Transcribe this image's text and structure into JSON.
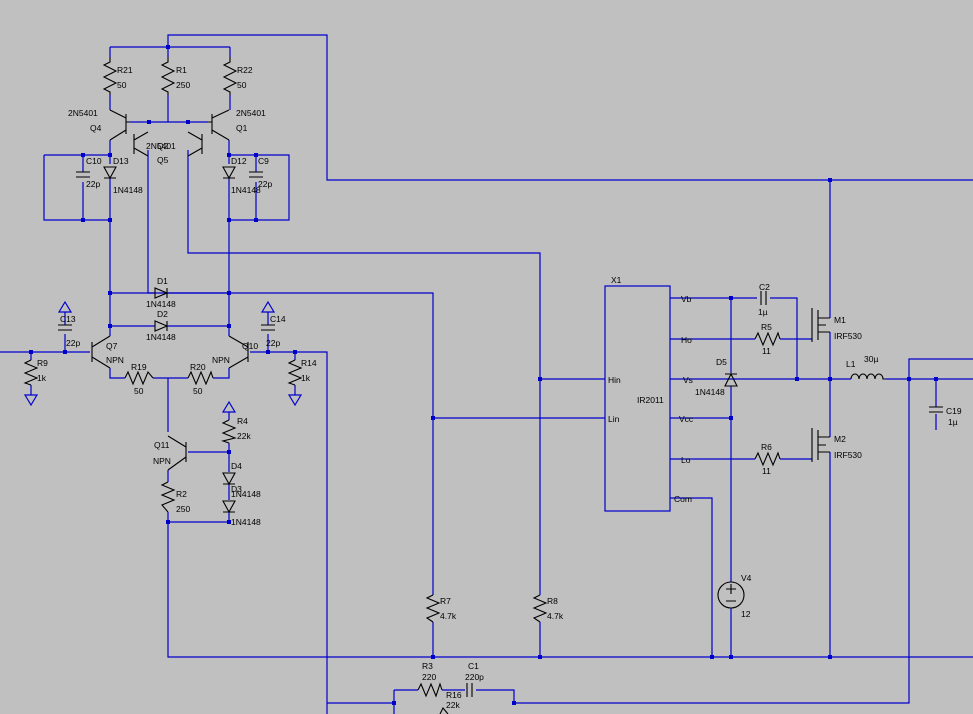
{
  "schematic": {
    "labels": {
      "R21": "R21",
      "R21v": "50",
      "R1": "R1",
      "R1v": "250",
      "R22": "R22",
      "R22v": "50",
      "Q4m": "2N5401",
      "Q4": "Q4",
      "Q1m": "2N5401",
      "Q1": "Q1",
      "Q2m": "2N5401",
      "Q2": "Q2",
      "Q5": "Q5",
      "C10": "C10",
      "C10v": "22p",
      "D13": "D13",
      "D13m": "1N4148",
      "D12": "D12",
      "D12m": "1N4148",
      "C9": "C9",
      "C9v": "22p",
      "D1": "D1",
      "D1m": "1N4148",
      "D2": "D2",
      "D2m": "1N4148",
      "C13": "C13",
      "C13v": "22p",
      "C14": "C14",
      "C14v": "22p",
      "Q7": "Q7",
      "Q7m": "NPN",
      "Q10": "Q10",
      "Q10m": "NPN",
      "R9": "R9",
      "R9v": "1k",
      "R14": "R14",
      "R14v": "1k",
      "R19": "R19",
      "R19v": "50",
      "R20": "R20",
      "R20v": "50",
      "R4": "R4",
      "R4v": "22k",
      "Q11": "Q11",
      "Q11m": "NPN",
      "D4": "D4",
      "D4m": "1N4148",
      "D3": "D3",
      "D3m": "1N4148",
      "R2": "R2",
      "R2v": "250",
      "R7": "R7",
      "R7v": "4.7k",
      "R8": "R8",
      "R8v": "4.7k",
      "R3": "R3",
      "R3v": "220",
      "R16": "R16",
      "R16v": "22k",
      "C1": "C1",
      "C1v": "220p",
      "X1": "X1",
      "pinVb": "Vb",
      "pinHo": "Ho",
      "pinVs": "Vs",
      "pinHin": "Hin",
      "pinLin": "Lin",
      "pinVcc": "Vcc",
      "pinLo": "Lo",
      "pinCom": "Com",
      "IC": "IR2011",
      "C2": "C2",
      "C2v": "1µ",
      "R5": "R5",
      "R5v": "11",
      "D5": "D5",
      "D5m": "1N4148",
      "R6": "R6",
      "R6v": "11",
      "M1": "M1",
      "M1m": "IRF530",
      "M2": "M2",
      "M2m": "IRF530",
      "L1": "L1",
      "L1v": "30µ",
      "C19": "C19",
      "C19v": "1µ",
      "V4": "V4",
      "V4v": "12"
    }
  }
}
